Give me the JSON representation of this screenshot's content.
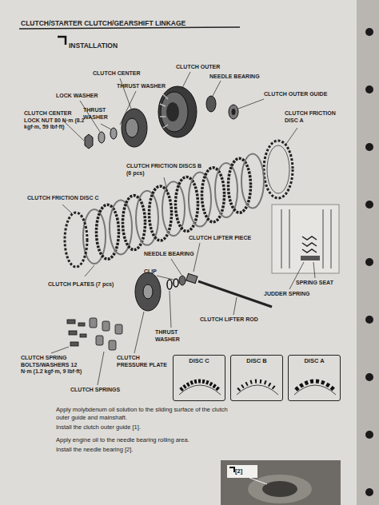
{
  "diagram": {
    "title": "CLUTCH/STARTER CLUTCH/GEARSHIFT LINKAGE",
    "nodes": [
      {
        "text": [
          "DISC C"
        ]
      },
      {
        "text": [
          "DISC B"
        ]
      },
      {
        "text": [
          "DISC A"
        ]
      }
    ],
    "labels": [
      "INSTALLATION",
      "CLUTCH CENTER",
      "CLUTCH OUTER",
      "NEEDLE BEARING",
      "THRUST WASHER",
      "LOCK WASHER",
      "THRUST WASHER",
      "CLUTCH OUTER GUIDE",
      "CLUTCH CENTER LOCK NUT 80 N·m (8.2 kgf·m, 59 lbf·ft)",
      "CLUTCH FRICTION DISC A",
      "CLUTCH FRICTION DISCS B (6 pcs)",
      "CLUTCH FRICTION DISC C",
      "CLUTCH LIFTER PIECE",
      "NEEDLE BEARING",
      "CLIP",
      "CLUTCH PLATES (7 pcs)",
      "SPRING SEAT",
      "JUDDER SPRING",
      "CLUTCH LIFTER ROD",
      "THRUST WASHER",
      "CLUTCH SPRING BOLTS/WASHERS 12 N·m (1.2 kgf·m, 9 lbf·ft)",
      "CLUTCH PRESSURE PLATE",
      "CLUTCH SPRINGS",
      "Apply molybdenum oil solution to the sliding surface of the clutch outer guide and mainshaft.",
      "Install the clutch outer guide [1].",
      "Apply engine oil to the needle bearing rolling area.",
      "Install the needle bearing [2].",
      "[2]"
    ]
  }
}
